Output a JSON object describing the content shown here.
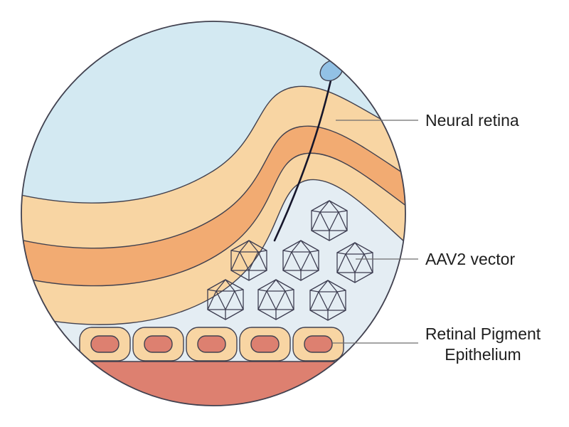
{
  "labels": {
    "neural_retina": "Neural retina",
    "aav2_vector": "AAV2 vector",
    "rpe_line1": "Retinal Pigment",
    "rpe_line2": "Epithelium"
  },
  "counts": {
    "aav2_particles": 7,
    "rpe_cells": 5
  },
  "colors": {
    "background": "#ffffff",
    "vitreous": "#d3e9f2",
    "retina_band_light": "#f8d5a3",
    "retina_band_dark": "#f2ab72",
    "subretinal_space": "#e4edf3",
    "capsid_fill": "#d8edf0",
    "injection_bleb": "#92c1e5",
    "rpe_cell_outer": "#f8d5a3",
    "rpe_cell_inner": "#dd8070",
    "choroid": "#dd8070",
    "outline": "#41414f",
    "needle": "#16162b",
    "leader_line": "#6e6e6e",
    "label_text": "#1e1e1e"
  }
}
